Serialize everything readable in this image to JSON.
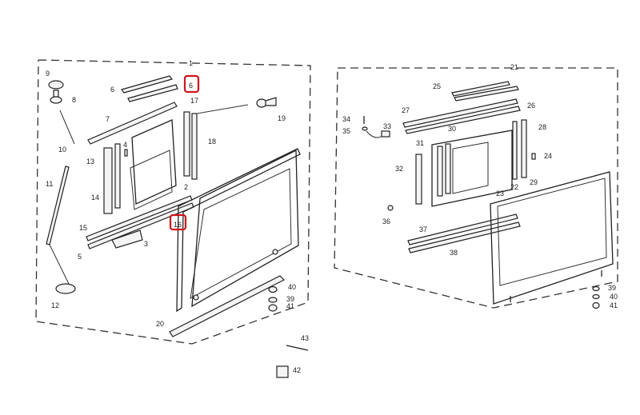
{
  "title": "Oven door exploded parts diagram",
  "highlight_color": "#d0141b",
  "left_assembly": {
    "labels": [
      "1",
      "9",
      "8",
      "6",
      "6",
      "17",
      "19",
      "7",
      "18",
      "10",
      "4",
      "13",
      "11",
      "2",
      "14",
      "16",
      "15",
      "3",
      "5",
      "12",
      "20",
      "40",
      "39",
      "41",
      "43",
      "42"
    ],
    "highlighted": [
      "6",
      "16"
    ]
  },
  "right_assembly": {
    "labels": [
      "21",
      "25",
      "26",
      "27",
      "34",
      "35",
      "33",
      "28",
      "30",
      "31",
      "24",
      "32",
      "29",
      "22",
      "23",
      "36",
      "37",
      "38",
      "39",
      "40",
      "41"
    ]
  }
}
